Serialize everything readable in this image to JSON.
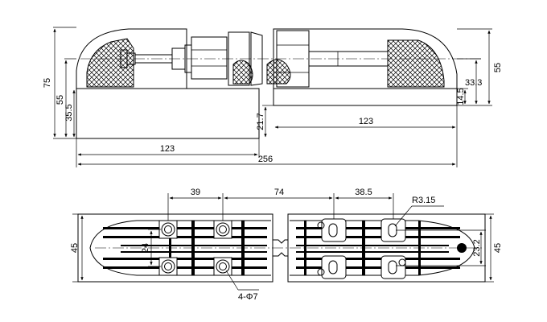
{
  "side_view": {
    "overall_height": "75",
    "plate_height_left": "55",
    "plate_height_inner": "35.5",
    "plate_height_right": "55",
    "axis_height": "33.3",
    "plate_thickness": "14.5",
    "gap_height": "21.7",
    "half_length_right": "123",
    "half_length_left": "123",
    "total_length": "256"
  },
  "top_view": {
    "pitch_left": "39",
    "pitch_center": "74",
    "pitch_right": "38.5",
    "slot_radius": "R3.15",
    "width_left": "45",
    "hole_spacing": "24",
    "width_right": "45",
    "slot_spacing": "23.2",
    "holes_callout": "4-Φ7"
  }
}
